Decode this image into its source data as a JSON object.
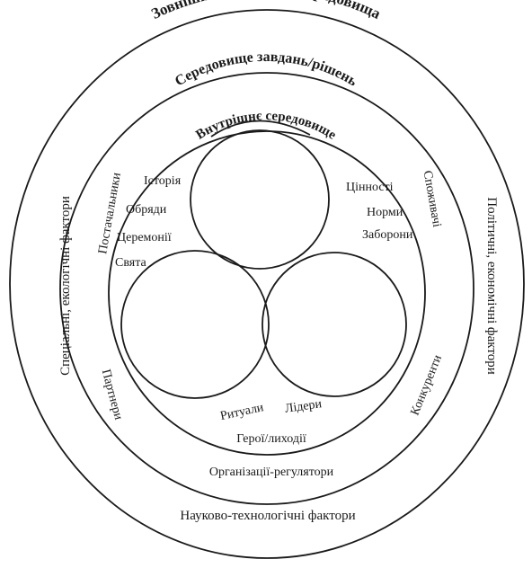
{
  "outer_layer": {
    "title": "Зовнішній прошарок середовища",
    "left": "Спеціальні, екологічні фактори",
    "right": "Політичні, економічні фактори",
    "bottom": "Науково-технологічні фактори"
  },
  "task_environment": {
    "title": "Середовище завдань/рішень",
    "suppliers": "Постачальники",
    "consumers": "Споживачі",
    "partners": "Партнери",
    "competitors": "Конкуренти",
    "regulators": "Організації-регулятори"
  },
  "internal_environment": {
    "title": "Внутрішнє середовище",
    "left_items": [
      "Історія",
      "Обряди",
      "Церемонії",
      "Свята"
    ],
    "right_items": [
      "Цінності",
      "Норми",
      "Заборони"
    ],
    "bottom_items": [
      "Ритуали",
      "Лідери",
      "Герої/лиходії"
    ]
  }
}
